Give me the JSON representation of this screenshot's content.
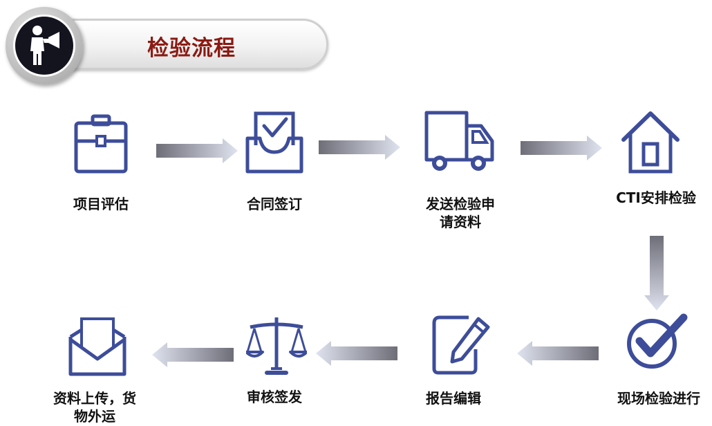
{
  "title": "检验流程",
  "steps": [
    {
      "label": "项目评估",
      "icon": "briefcase-icon"
    },
    {
      "label": "合同签订",
      "icon": "inbox-check-icon"
    },
    {
      "label_line1": "发送检验申",
      "label_line2": "请资料",
      "icon": "truck-icon"
    },
    {
      "label": "CTI安排检验",
      "icon": "house-icon"
    },
    {
      "label": "现场检验进行",
      "icon": "check-circle-icon"
    },
    {
      "label": "报告编辑",
      "icon": "document-pen-icon"
    },
    {
      "label": "审核签发",
      "icon": "scales-icon"
    },
    {
      "label_line1": "资料上传，货",
      "label_line2": "物外运",
      "icon": "envelope-icon"
    }
  ],
  "colors": {
    "icon": "#3d4d9a",
    "title": "#8b1a12"
  }
}
